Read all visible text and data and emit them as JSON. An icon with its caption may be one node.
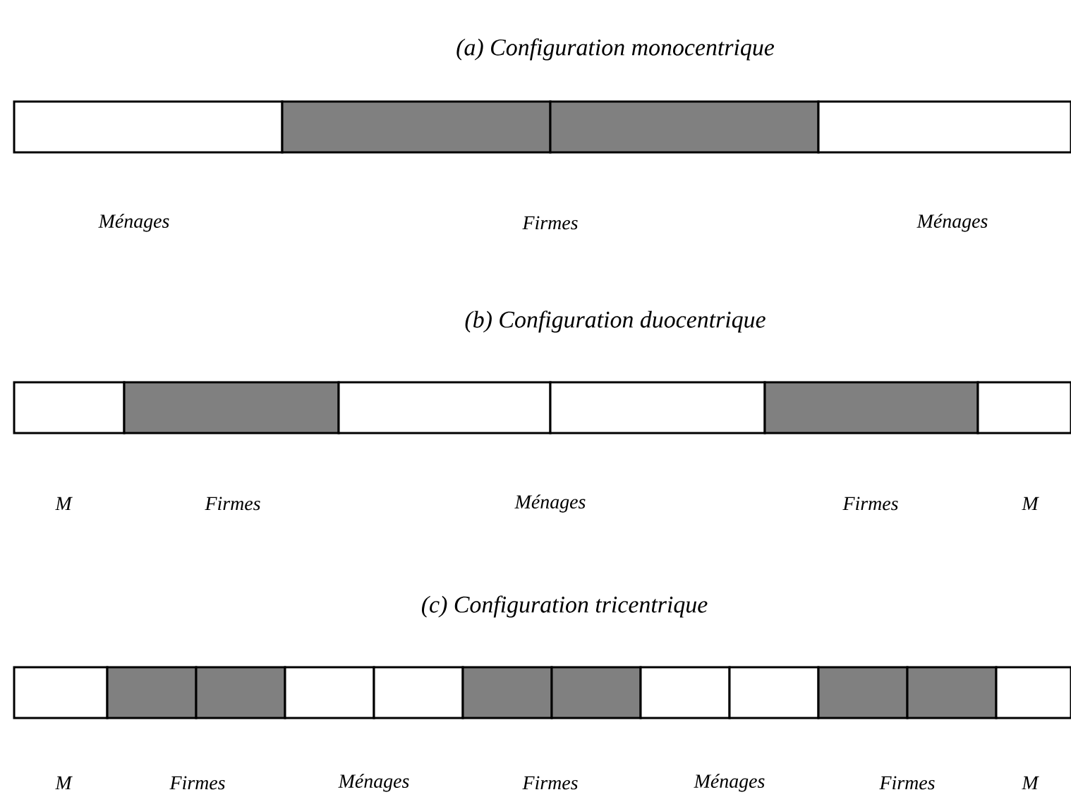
{
  "diagram": {
    "labels": [
      "(a) Configuration monocentrique",
      "Ménages",
      "Firmes",
      "Ménages",
      "(b) Configuration duocentrique",
      "M",
      "Firmes",
      "Ménages",
      "Firmes",
      "M",
      "(c) Configuration tricentrique",
      "M",
      "Firmes",
      "Ménages",
      "Firmes",
      "Ménages",
      "Firmes",
      "M"
    ]
  }
}
